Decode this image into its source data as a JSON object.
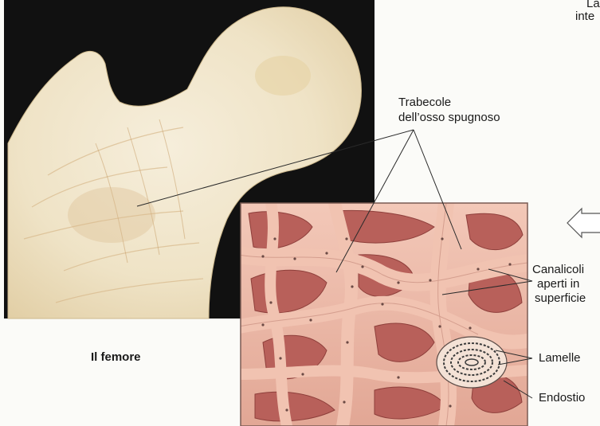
{
  "labels": {
    "corner_top": "La",
    "corner_bottom": "inte",
    "trabecole_line1": "Trabecole",
    "trabecole_line2": "dell’osso spugnoso",
    "femore": "Il femore",
    "canalicoli_line1": "Canalicoli",
    "canalicoli_line2": "aperti in",
    "canalicoli_line3": "superficie",
    "lamelle": "Lamelle",
    "endostio": "Endostio"
  },
  "colors": {
    "photo_background": "#111111",
    "bone": "#f1e7cf",
    "inset_tissue": "#e8b4a4",
    "inset_cavity": "#b8605a",
    "leader_lines": "#2a2a2a"
  }
}
